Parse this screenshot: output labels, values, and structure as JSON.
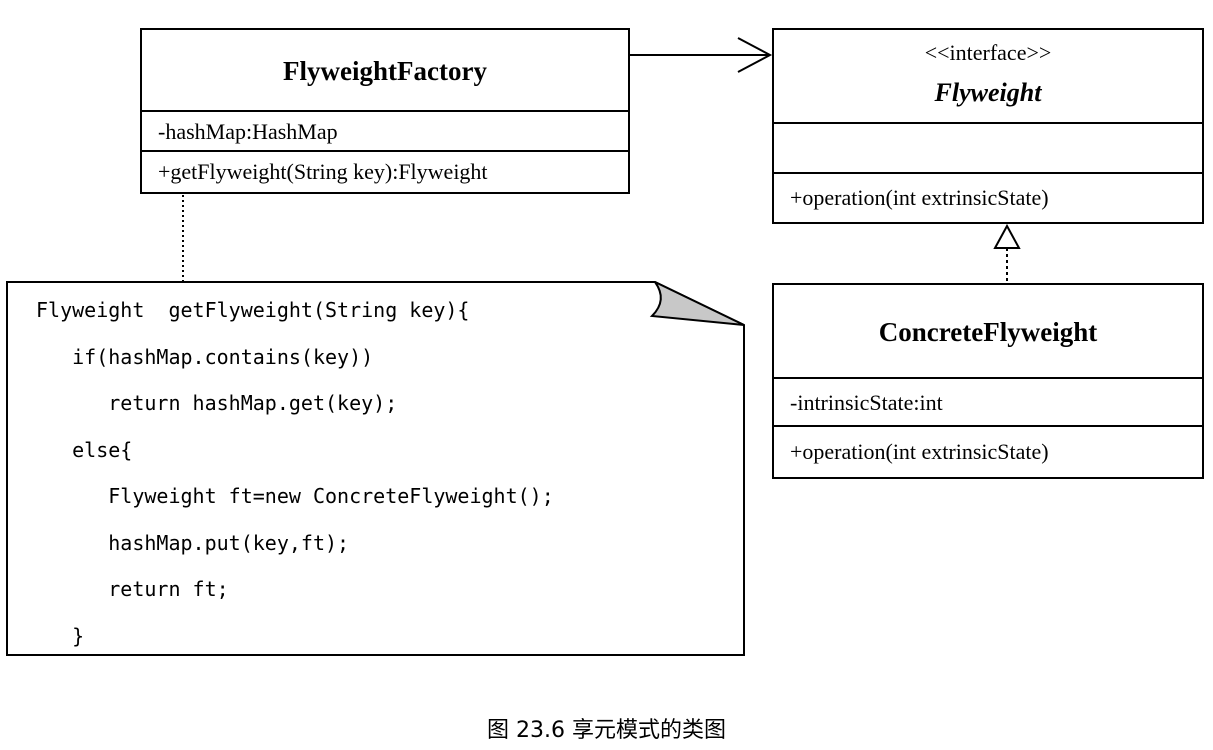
{
  "factory": {
    "name": "FlyweightFactory",
    "attribute": "-hashMap:HashMap",
    "operation": "+getFlyweight(String key):Flyweight"
  },
  "flyweight": {
    "stereotype": "<<interface>>",
    "name": "Flyweight",
    "operation": "+operation(int extrinsicState)"
  },
  "concrete": {
    "name": "ConcreteFlyweight",
    "attribute": "-intrinsicState:int",
    "operation": "+operation(int extrinsicState)"
  },
  "note": {
    "lines": [
      "Flyweight  getFlyweight(String key){",
      "   if(hashMap.contains(key))",
      "      return hashMap.get(key);",
      "   else{",
      "      Flyweight ft=new ConcreteFlyweight();",
      "      hashMap.put(key,ft);",
      "      return ft;",
      "   }"
    ]
  },
  "caption": "图 23.6   享元模式的类图"
}
